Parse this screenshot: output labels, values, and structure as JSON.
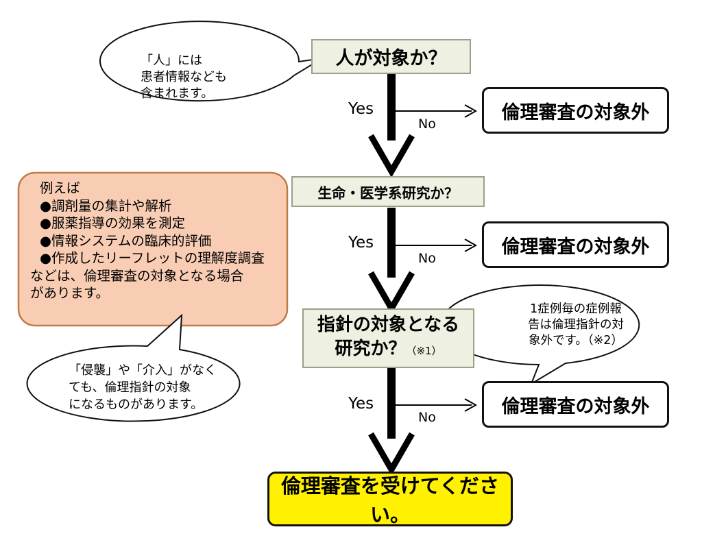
{
  "flow": {
    "q1": "人が対象か？",
    "q2": "生命・医学系研究か？",
    "q3_line1": "指針の対象となる",
    "q3_line2": "研究か？",
    "q3_note": "（※1）",
    "outside_label": "倫理審査の対象外",
    "final": "倫理審査を受けてください。",
    "yes": "Yes",
    "no": "No"
  },
  "callouts": {
    "person_note": [
      "「人」には",
      "患者情報なども",
      "含まれます。"
    ],
    "examples": {
      "heading": "例えば",
      "items": [
        "●調剤量の集計や解析",
        "●服薬指導の効果を測定",
        "●情報システムの臨床的評価",
        "●作成したリーフレットの理解度調査"
      ],
      "footer": [
        "などは、倫理審査の対象となる場合",
        "があります。"
      ]
    },
    "invasion_note": [
      "「侵襲」や「介入」がなく",
      "ても、倫理指針の対象",
      "になるものがあります。"
    ],
    "case_report_note": [
      "1症例毎の症例報",
      "告は倫理指針の対",
      "象外です。（※2）"
    ]
  },
  "colors": {
    "question_fill": "#eef0e2",
    "question_border": "#9aa08a",
    "example_fill": "#f9cdb4",
    "example_border": "#c07a47",
    "final_fill": "#fff100"
  }
}
